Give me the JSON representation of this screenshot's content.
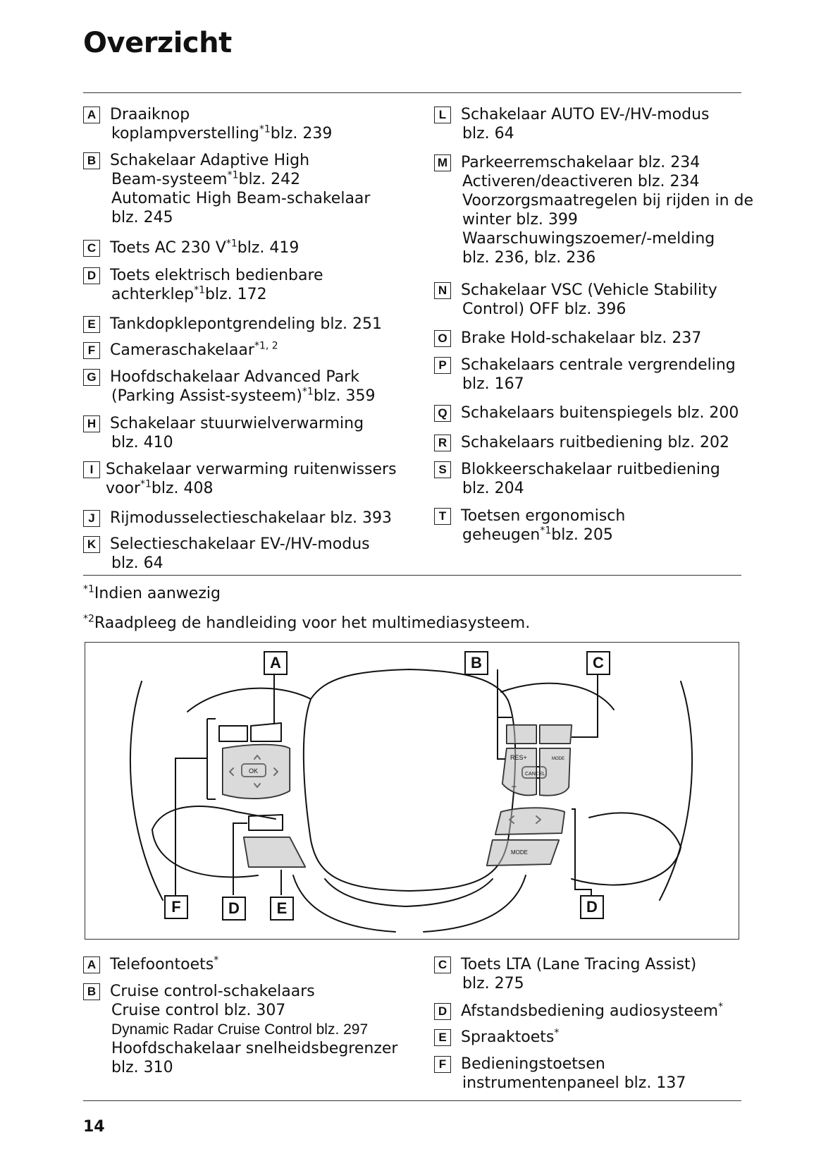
{
  "title": "Overzicht",
  "top_left": [
    {
      "key": "A",
      "lines": [
        "Draaiknop",
        "koplampverstelling*1blz. 239"
      ]
    },
    {
      "key": "B",
      "lines": [
        "Schakelaar Adaptive High",
        "Beam-systeem*1blz. 242",
        "Automatic High Beam-schakelaar",
        "blz. 245"
      ]
    },
    {
      "key": "C",
      "lines": [
        "Toets AC 230 V*1blz. 419"
      ]
    },
    {
      "key": "D",
      "lines": [
        "Toets elektrisch bedienbare",
        "achterklep*1blz. 172"
      ]
    },
    {
      "key": "E",
      "lines": [
        "Tankdopklepontgrendeling blz. 251"
      ]
    },
    {
      "key": "F",
      "lines": [
        "Cameraschakelaar*1, 2"
      ]
    },
    {
      "key": "G",
      "lines": [
        "Hoofdschakelaar Advanced Park",
        "(Parking Assist-systeem)*1blz. 359"
      ]
    },
    {
      "key": "H",
      "lines": [
        "Schakelaar stuurwielverwarming",
        "blz. 410"
      ]
    },
    {
      "key": "I",
      "lines": [
        "Schakelaar verwarming ruitenwissers",
        "voor*1blz. 408"
      ]
    },
    {
      "key": "J",
      "lines": [
        "Rijmodusselectieschakelaar blz. 393"
      ]
    },
    {
      "key": "K",
      "lines": [
        "Selectieschakelaar EV-/HV-modus",
        "blz. 64"
      ]
    }
  ],
  "top_right": [
    {
      "key": "L",
      "lines": [
        "Schakelaar AUTO EV-/HV-modus",
        "blz. 64"
      ]
    },
    {
      "key": "M",
      "lines": [
        "Parkeerremschakelaar blz. 234",
        "Activeren/deactiveren blz. 234",
        "Voorzorgsmaatregelen bij rijden in de",
        "winter blz. 399",
        "Waarschuwingszoemer/-melding",
        "blz. 236, blz. 236"
      ]
    },
    {
      "key": "N",
      "lines": [
        "Schakelaar VSC (Vehicle Stability",
        "Control) OFF blz. 396"
      ]
    },
    {
      "key": "O",
      "lines": [
        "Brake Hold-schakelaar blz. 237"
      ]
    },
    {
      "key": "P",
      "lines": [
        "Schakelaars centrale vergrendeling",
        "blz. 167"
      ]
    },
    {
      "key": "Q",
      "lines": [
        "Schakelaars buitenspiegels blz. 200"
      ]
    },
    {
      "key": "R",
      "lines": [
        "Schakelaars ruitbediening blz. 202"
      ]
    },
    {
      "key": "S",
      "lines": [
        "Blokkeerschakelaar ruitbediening",
        "blz. 204"
      ]
    },
    {
      "key": "T",
      "lines": [
        "Toetsen ergonomisch",
        "geheugen*1blz. 205"
      ]
    }
  ],
  "footnotes": {
    "note1_mark": "*1",
    "note1_text": "Indien aanwezig",
    "note2_mark": "*2",
    "note2_text": "Raadpleeg de handleiding voor het multimediasysteem."
  },
  "figure": {
    "callouts": {
      "A": "A",
      "B": "B",
      "C": "C",
      "F": "F",
      "D_left": "D",
      "E": "E",
      "D_right": "D"
    },
    "button_labels": {
      "ok": "OK",
      "res": "RES+",
      "mode_small": "MODE",
      "cancel": "CANCEL",
      "minus": "–",
      "mode": "MODE"
    }
  },
  "bottom_left": [
    {
      "key": "A",
      "lines": [
        "Telefoontoets*"
      ]
    },
    {
      "key": "B",
      "lines": [
        "Cruise control-schakelaars",
        "Cruise control blz. 307",
        "Dynamic Radar Cruise Control blz. 297",
        "Hoofdschakelaar snelheidsbegrenzer",
        "blz. 310"
      ]
    }
  ],
  "bottom_right": [
    {
      "key": "C",
      "lines": [
        "Toets LTA (Lane Tracing Assist)",
        "blz. 275"
      ]
    },
    {
      "key": "D",
      "lines": [
        "Afstandsbediening audiosysteem*"
      ]
    },
    {
      "key": "E",
      "lines": [
        "Spraaktoets*"
      ]
    },
    {
      "key": "F",
      "lines": [
        "Bedieningstoetsen",
        "instrumentenpaneel blz. 137"
      ]
    }
  ],
  "page_number": "14"
}
